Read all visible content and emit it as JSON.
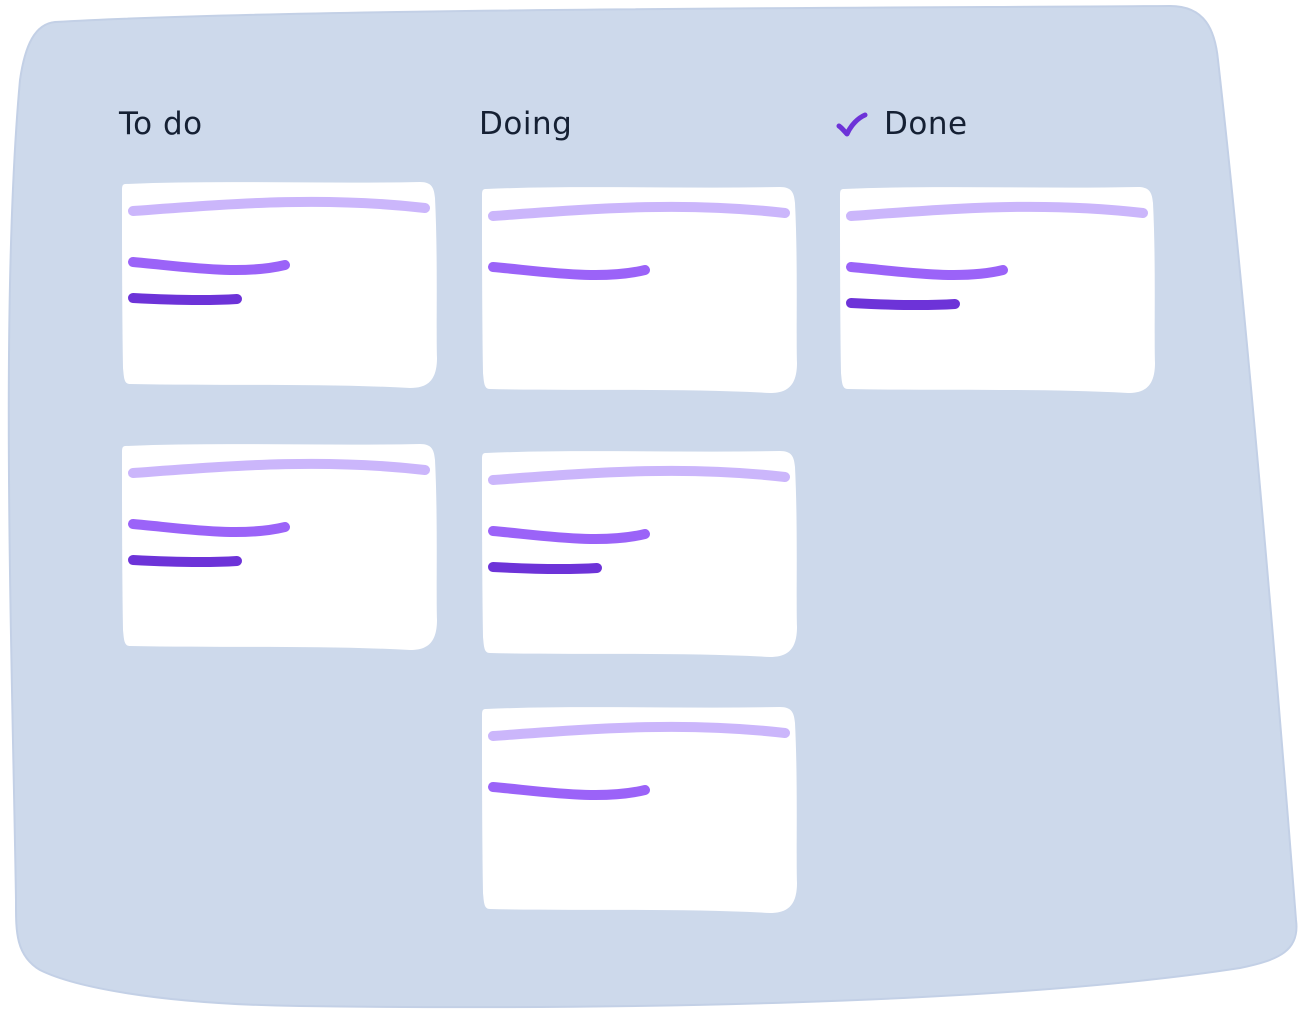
{
  "colors": {
    "board": "#cdd9eb",
    "card": "#ffffff",
    "line_light": "#cbb6fb",
    "line_mid": "#9b63f8",
    "line_dark": "#6d33d8",
    "title": "#152033",
    "check": "#6d33d8"
  },
  "columns": [
    {
      "title": "To do",
      "icon": null,
      "cards": [
        {
          "lines": 3
        },
        {
          "lines": 3
        }
      ]
    },
    {
      "title": "Doing",
      "icon": null,
      "cards": [
        {
          "lines": 2
        },
        {
          "lines": 3
        },
        {
          "lines": 2
        }
      ]
    },
    {
      "title": "Done",
      "icon": "check-icon",
      "cards": [
        {
          "lines": 3
        }
      ]
    }
  ]
}
